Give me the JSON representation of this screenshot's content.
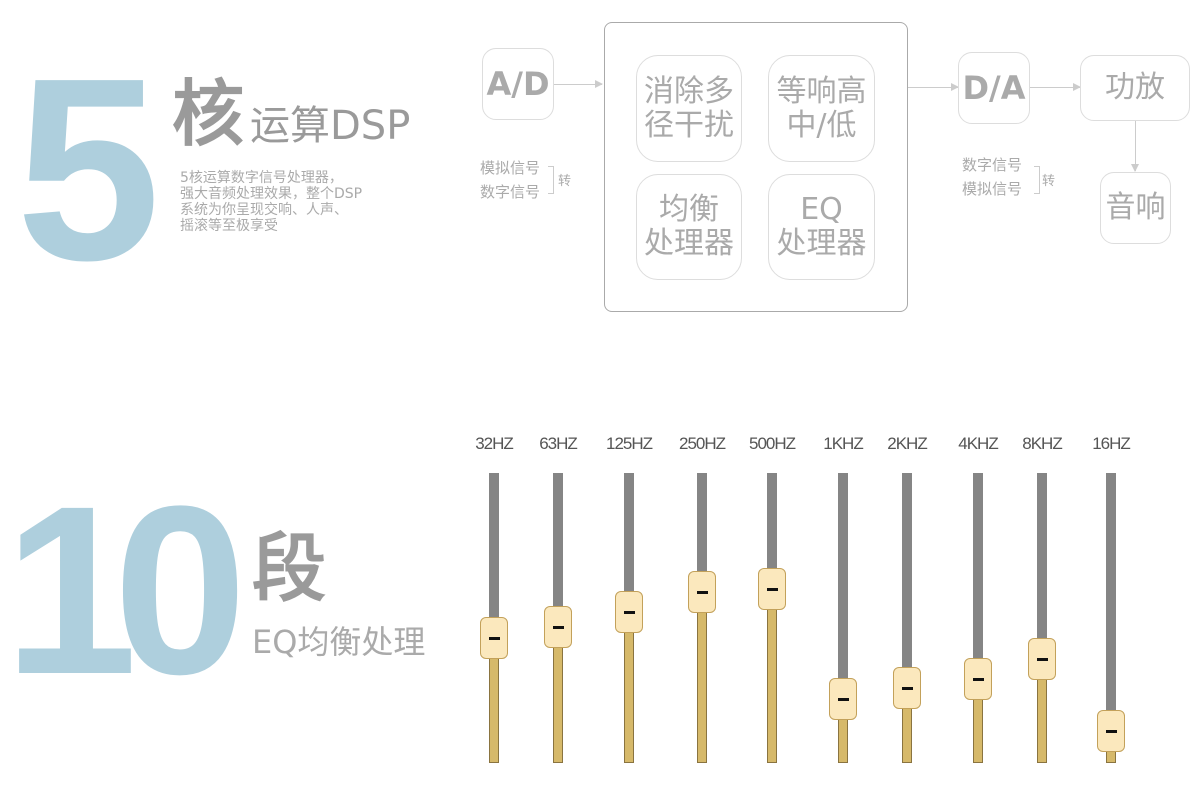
{
  "dsp": {
    "number": "5",
    "title_bold": "核",
    "title_rest": "运算DSP",
    "description": [
      "5核运算数字信号处理器，",
      "强大音频处理效果，整个DSP",
      "系统为你呈现交响、人声、",
      "摇滚等至极享受"
    ]
  },
  "diagram": {
    "ad": "A/D",
    "da": "D/A",
    "amp": "功放",
    "speaker": "音响",
    "modules": [
      [
        "消除多",
        "径干扰"
      ],
      [
        "等响高",
        "中/低"
      ],
      [
        "均衡",
        "处理器"
      ],
      [
        "EQ",
        "处理器"
      ]
    ],
    "ad_labels": [
      "模拟信号",
      "数字信号"
    ],
    "da_labels": [
      "数字信号",
      "模拟信号"
    ],
    "convert": "转"
  },
  "eq": {
    "number": "10",
    "title_bold": "段",
    "subtitle": "EQ均衡处理"
  },
  "chart_data": {
    "type": "bar",
    "title": "10段EQ均衡",
    "categories": [
      "32HZ",
      "63HZ",
      "125HZ",
      "250HZ",
      "500HZ",
      "1KHZ",
      "2KHZ",
      "4KHZ",
      "8KHZ",
      "16HZ"
    ],
    "values": [
      0.43,
      0.47,
      0.52,
      0.59,
      0.6,
      0.22,
      0.26,
      0.29,
      0.36,
      0.11
    ],
    "ylim": [
      0,
      1
    ],
    "colors": {
      "track": "#858585",
      "fill": "#d6b96a",
      "knob": "#fbe8bd"
    }
  }
}
